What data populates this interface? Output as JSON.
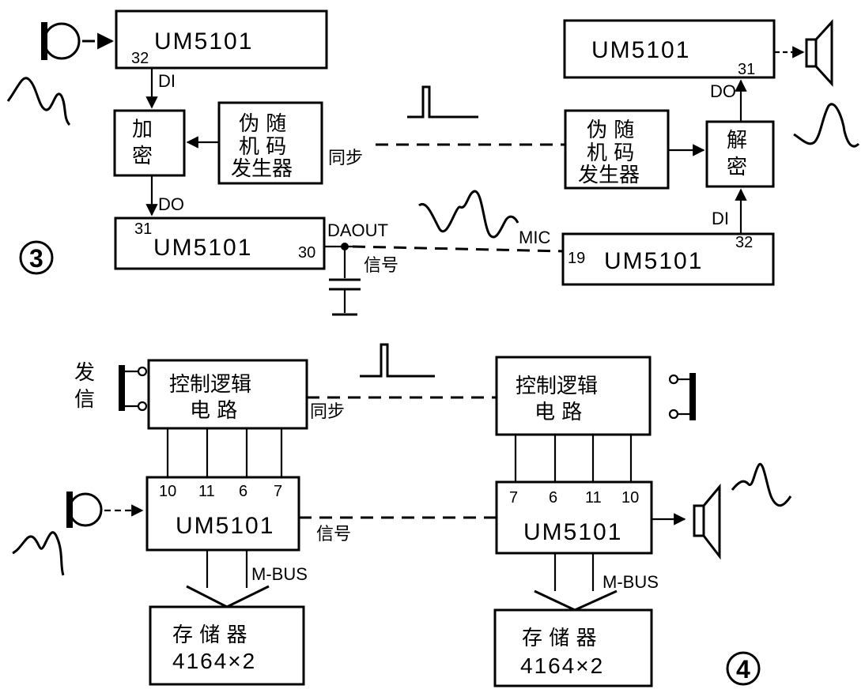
{
  "labels": {
    "chip": "UM5101",
    "pin_di": "DI",
    "pin_do": "DO",
    "pin_32": "32",
    "pin_31": "31",
    "pin_30": "30",
    "pin_19": "19",
    "encrypt_1": "加",
    "encrypt_2": "密",
    "decrypt_1": "解",
    "decrypt_2": "密",
    "prng_1": "伪 随",
    "prng_2": "机 码",
    "prng_3": "发生器",
    "sync": "同步",
    "signal": "信号",
    "daout": "DAOUT",
    "mic": "MIC",
    "circle_3": "3",
    "circle_4": "4",
    "send_1": "发",
    "send_2": "信",
    "ctrl_1": "控制逻辑",
    "ctrl_2": "电  路",
    "pins_left": [
      "10",
      "11",
      "6",
      "7"
    ],
    "pins_right": [
      "7",
      "6",
      "11",
      "10"
    ],
    "mbus": "M-BUS",
    "mem_1": "存 储 器",
    "mem_2": "4164×2"
  }
}
